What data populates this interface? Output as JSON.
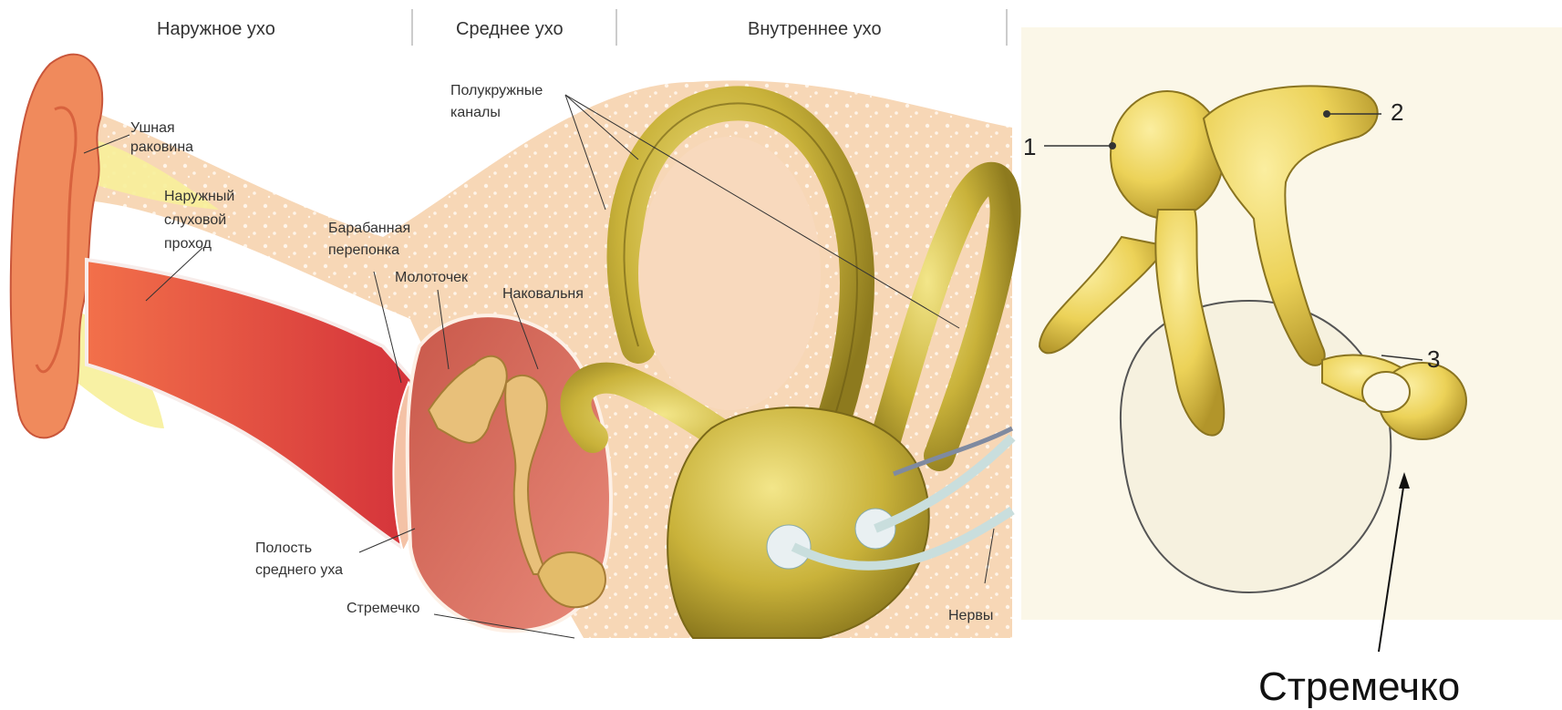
{
  "sections": {
    "outer": "Наружное ухо",
    "middle": "Среднее ухо",
    "inner": "Внутреннее  ухо"
  },
  "labels": {
    "auricle_1": "Ушная",
    "auricle_2": "раковина",
    "canal_1": "Наружный",
    "canal_2": "слуховой",
    "canal_3": "проход",
    "semicircular_1": "Полукружные",
    "semicircular_2": "каналы",
    "eardrum_1": "Барабанная",
    "eardrum_2": "перепонка",
    "malleus": "Молоточек",
    "incus": "Наковальня",
    "cavity_1": "Полость",
    "cavity_2": "среднего уха",
    "stapes": "Стремечко",
    "nerves": "Нервы"
  },
  "ossicles": {
    "n1": "1",
    "n2": "2",
    "n3": "3",
    "caption": "Стремечко"
  }
}
